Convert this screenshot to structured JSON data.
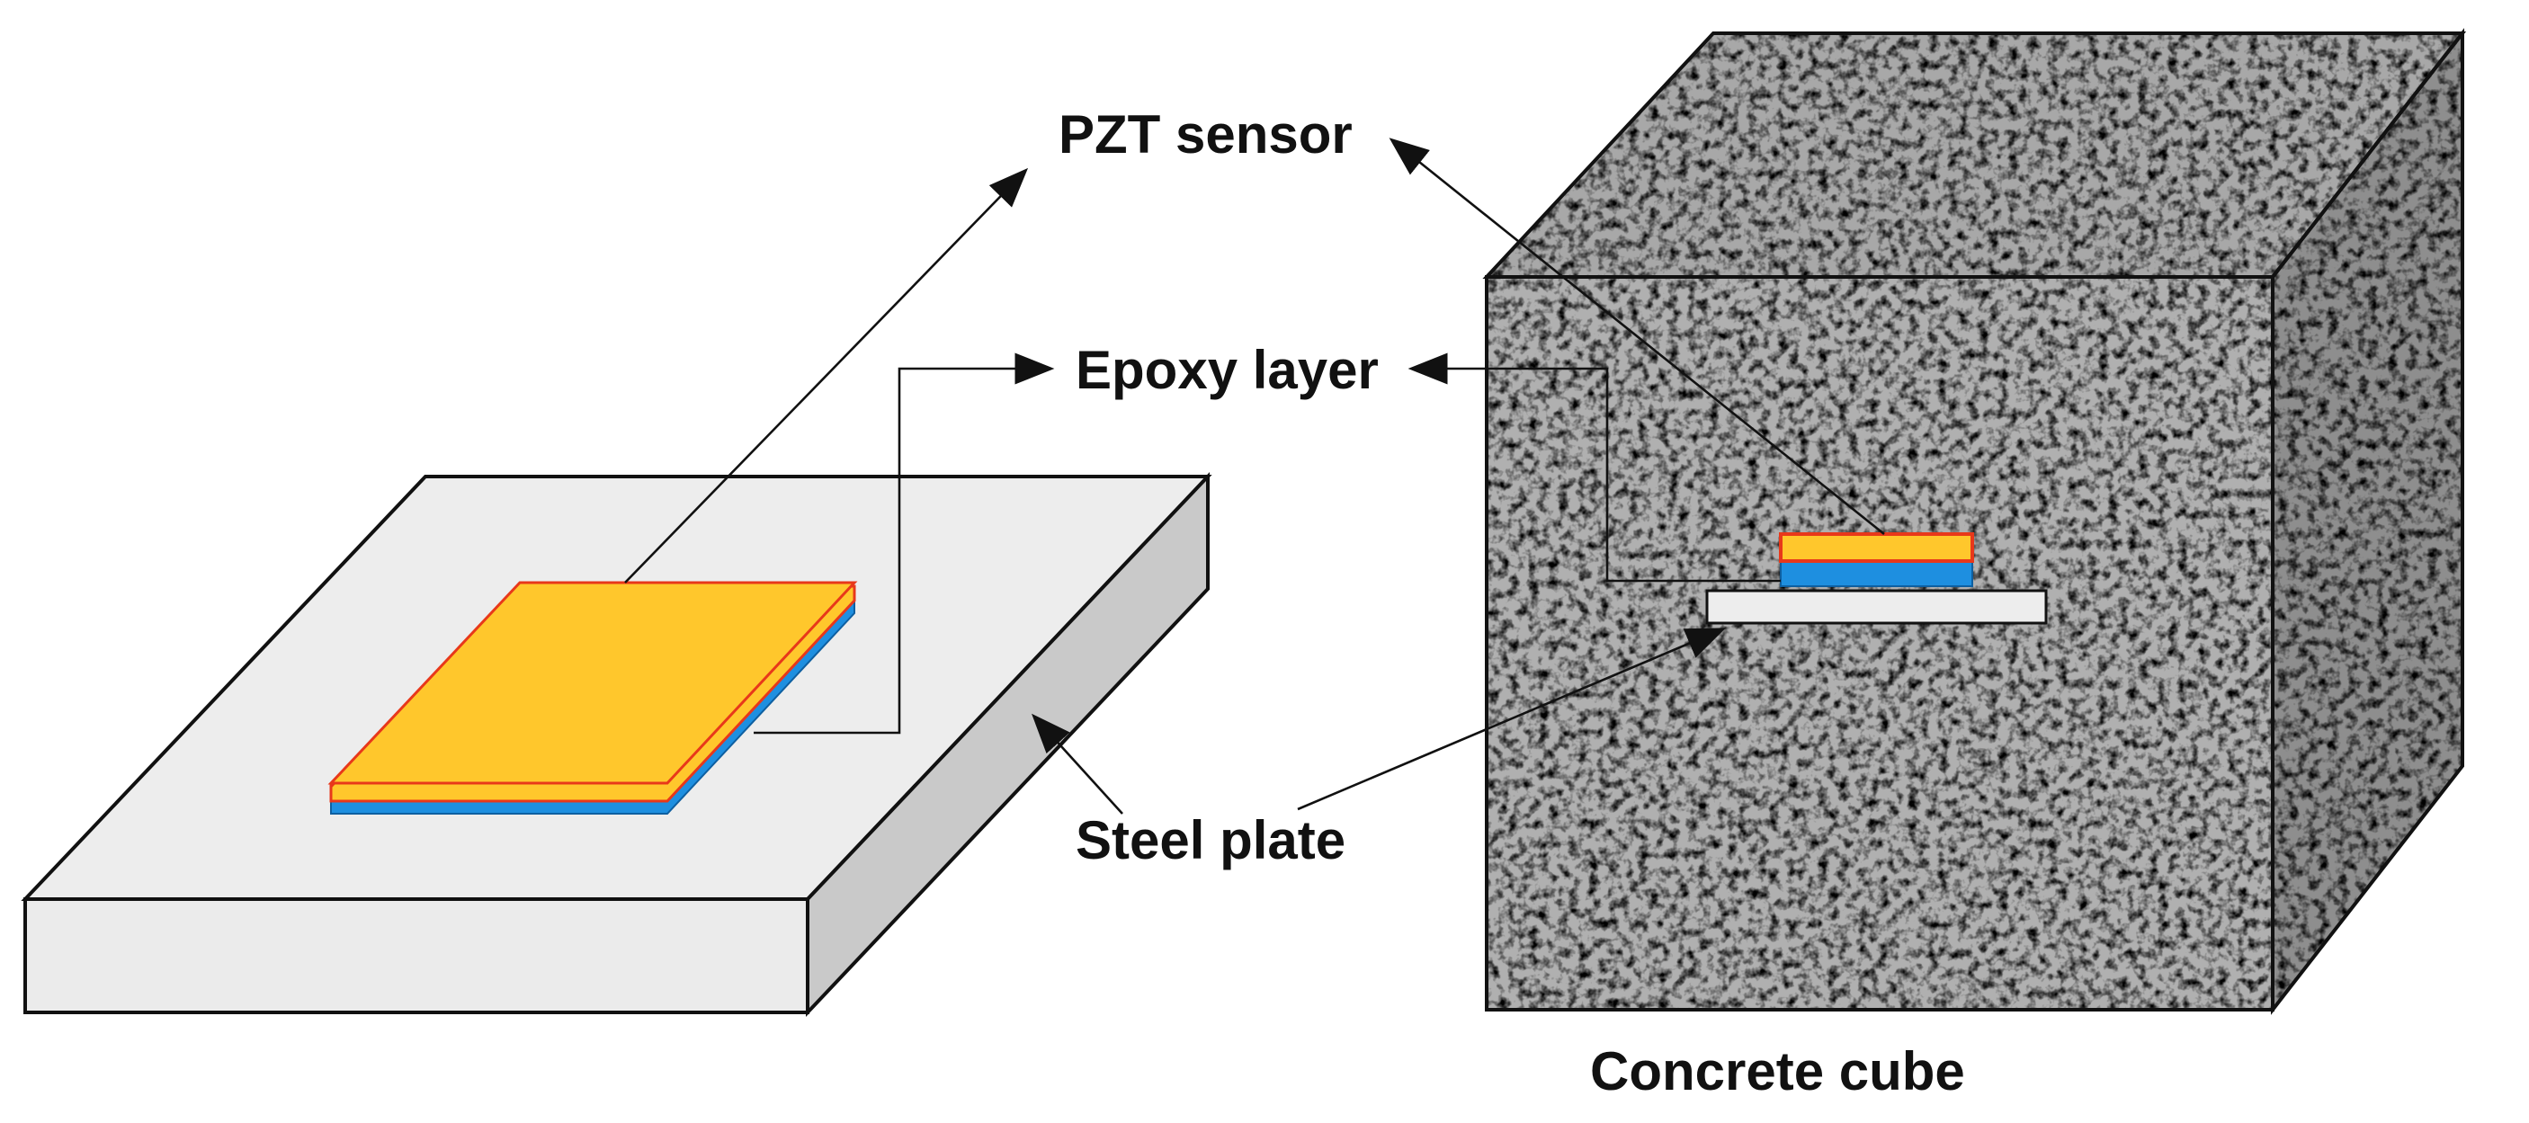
{
  "labels": {
    "pzt_sensor": "PZT sensor",
    "epoxy_layer": "Epoxy layer",
    "steel_plate": "Steel plate",
    "concrete_cube": "Concrete cube"
  },
  "colors": {
    "pzt": "#FFC72C",
    "pzt_edge": "#E8381A",
    "epoxy": "#1E8FE0",
    "steel_top": "#EDEDED",
    "steel_side": "#C9C9C9",
    "concrete": "#9A9A9A",
    "line": "#111111"
  }
}
